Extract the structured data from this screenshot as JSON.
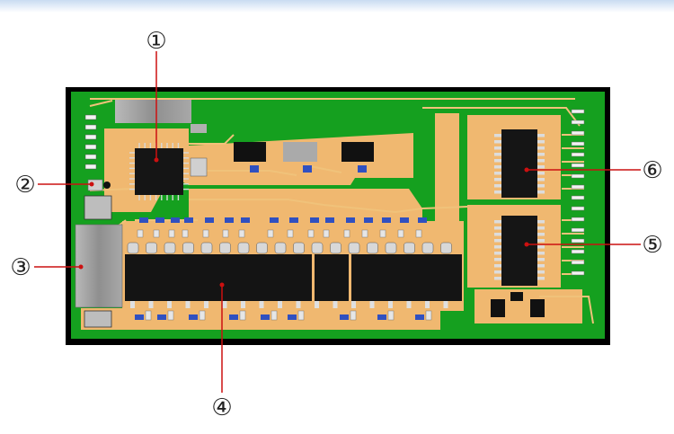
{
  "callouts": [
    {
      "id": "c1",
      "label": "①",
      "target": "main-mcu-chip"
    },
    {
      "id": "c2",
      "label": "②",
      "target": "led-indicator"
    },
    {
      "id": "c3",
      "label": "③",
      "target": "side-connector"
    },
    {
      "id": "c4",
      "label": "④",
      "target": "power-mosfet-row"
    },
    {
      "id": "c5",
      "label": "⑤",
      "target": "driver-ic-lower"
    },
    {
      "id": "c6",
      "label": "⑥",
      "target": "driver-ic-upper"
    }
  ],
  "colors": {
    "board_border": "#000000",
    "board_green": "#15a01f",
    "copper": "#f0b870",
    "copper_dark": "#d89a50",
    "chip": "#151515",
    "connector": "#9a9a9a",
    "callout_line": "#cc1010",
    "callout_text": "#222222",
    "top_band": "#dde9f6"
  }
}
